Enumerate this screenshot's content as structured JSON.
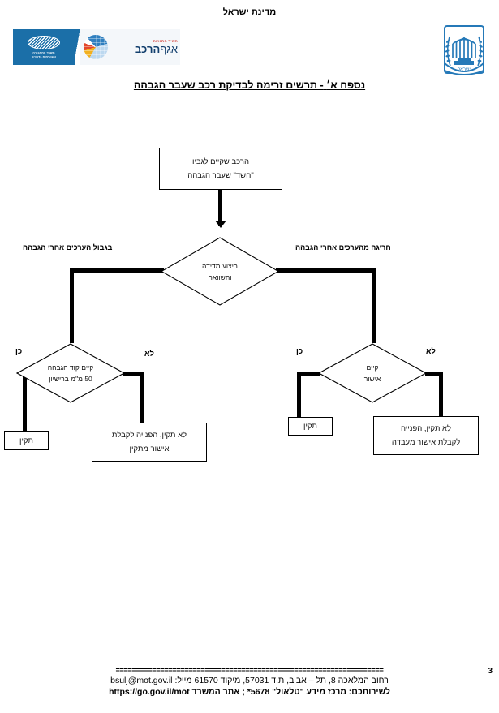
{
  "header": {
    "state_title": "מדינת ישראל",
    "logo": {
      "ministry_line1": "משרד התחבורה",
      "ministry_line2": "והבטיחות בדרכים",
      "tagline": "תמיד בתנועה",
      "dept_bold": "הרכב",
      "dept_light": "אגף",
      "emblem_name": "israel-state-emblem",
      "emblem_word": "ישראל"
    }
  },
  "document": {
    "title_prefix": "נספח א׳",
    "title_dash": "-",
    "title_main": "תרשים זרימה לבדיקת רכב שעבר הגבהה"
  },
  "chart_data": {
    "type": "diagram",
    "title": "תרשים זרימה לבדיקת רכב שעבר הגבהה",
    "nodes": [
      {
        "id": "start",
        "shape": "box",
        "text_lines": [
          "הרכב שקיים לגביו",
          "\"חשד\" שעבר הגבהה"
        ]
      },
      {
        "id": "measure",
        "shape": "diamond",
        "text_lines": [
          "ביצוע מדידה",
          "והשוואה"
        ]
      },
      {
        "id": "code-check",
        "shape": "diamond",
        "text_lines": [
          "קיים קוד הגבהה",
          "50 מ\"מ ברישיון"
        ]
      },
      {
        "id": "approval-check",
        "shape": "diamond",
        "text_lines": [
          "קיים",
          "אישור"
        ]
      },
      {
        "id": "ok-left",
        "shape": "box",
        "text_lines": [
          "תקין"
        ]
      },
      {
        "id": "not-ok-left",
        "shape": "box",
        "text_lines": [
          "לא תקין, הפנייה לקבלת",
          "אישור מתקין"
        ]
      },
      {
        "id": "ok-right",
        "shape": "box",
        "text_lines": [
          "תקין"
        ]
      },
      {
        "id": "not-ok-right",
        "shape": "box",
        "text_lines": [
          "לא תקין, הפנייה",
          "לקבלת אישור מעבדה"
        ]
      }
    ],
    "edge_labels": {
      "left_branch": "בגבול הערכים אחרי הגבהה",
      "right_branch": "חריגה מהערכים אחרי הגבהה",
      "yes": "כן",
      "no": "לא"
    }
  },
  "footer": {
    "rule": "==================================================================",
    "page_number": "3",
    "address_line": "רחוב המלאכה 8, תל – אביב, ת.ד 57031, מיקוד 61570 מייל: bsulj@mot.gov.il",
    "service_line": "לשירותכם: מרכז מידע \"טלאול\" 5678* ; אתר המשרד  https://go.gov.il/mot"
  }
}
